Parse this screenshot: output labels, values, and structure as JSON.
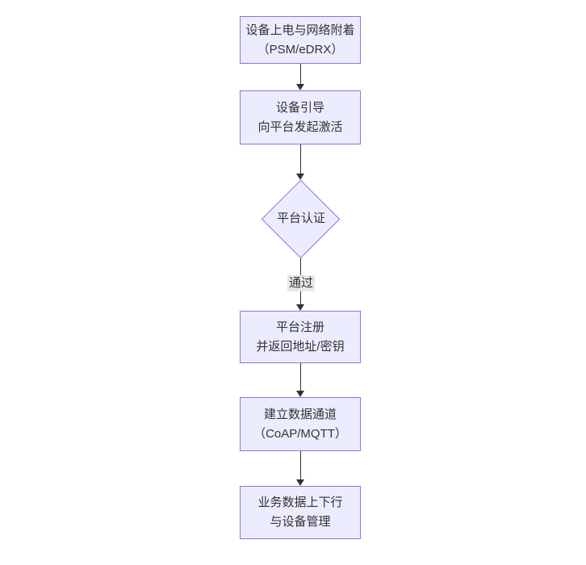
{
  "diagram": {
    "type": "flowchart",
    "direction": "top-to-bottom",
    "nodes": [
      {
        "id": "A",
        "shape": "rect",
        "lines": [
          "设备上电与网络附着",
          "（PSM/eDRX）"
        ]
      },
      {
        "id": "B",
        "shape": "rect",
        "lines": [
          "设备引导",
          "向平台发起激活"
        ]
      },
      {
        "id": "C",
        "shape": "diamond",
        "lines": [
          "平台认证"
        ]
      },
      {
        "id": "D",
        "shape": "rect",
        "lines": [
          "平台注册",
          "并返回地址/密钥"
        ]
      },
      {
        "id": "E",
        "shape": "rect",
        "lines": [
          "建立数据通道",
          "（CoAP/MQTT）"
        ]
      },
      {
        "id": "F",
        "shape": "rect",
        "lines": [
          "业务数据上下行",
          "与设备管理"
        ]
      }
    ],
    "edges": [
      {
        "from": "A",
        "to": "B",
        "label": ""
      },
      {
        "from": "B",
        "to": "C",
        "label": ""
      },
      {
        "from": "C",
        "to": "D",
        "label": "通过"
      },
      {
        "from": "D",
        "to": "E",
        "label": ""
      },
      {
        "from": "E",
        "to": "F",
        "label": ""
      }
    ],
    "colors": {
      "node_fill": "#ECECFF",
      "node_border": "#9370DB",
      "edge_line": "#333333",
      "edge_label_bg": "#e8e8e8",
      "text": "#333333",
      "background": "#ffffff"
    }
  }
}
